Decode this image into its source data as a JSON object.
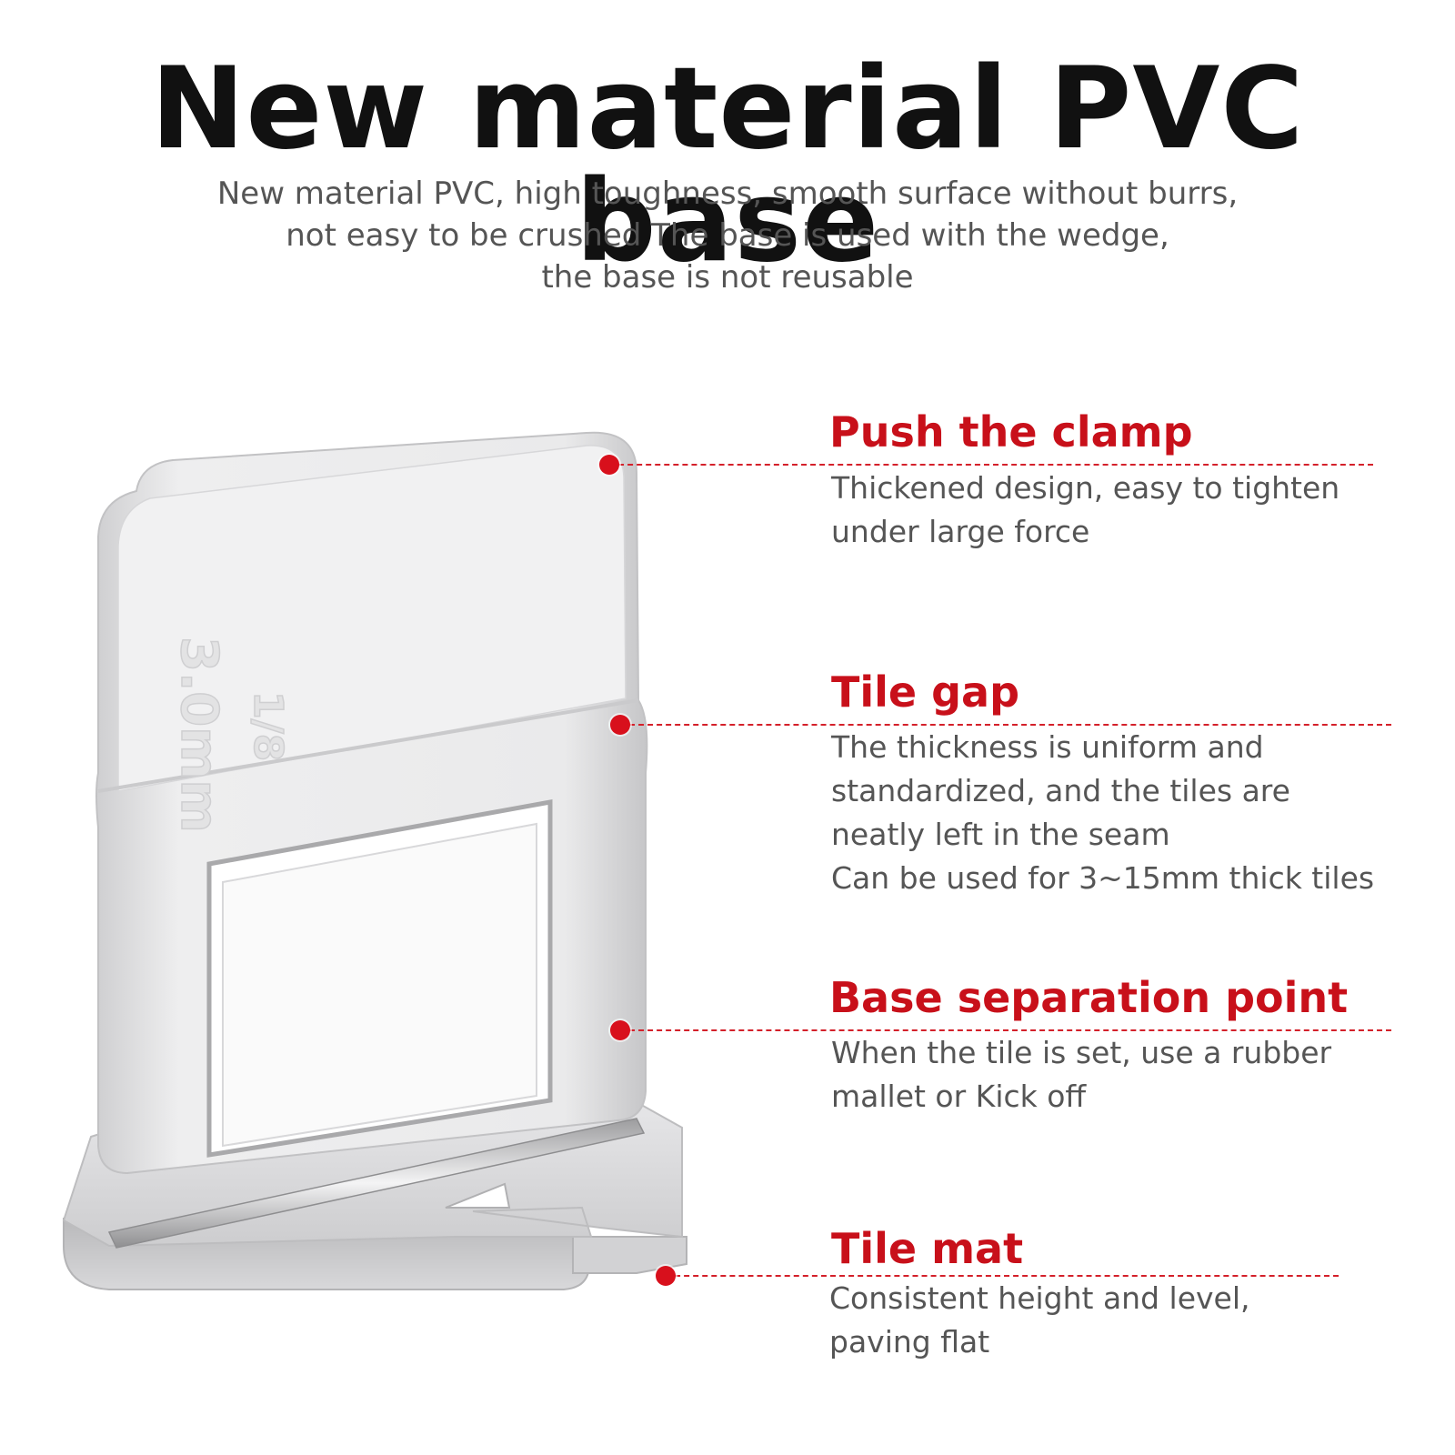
{
  "header": {
    "title": "New material PVC base",
    "subtitle_lines": [
      "New material PVC, high toughness, smooth surface without burrs,",
      "not easy to be crushed The base is used with the wedge,",
      "the base is not reusable"
    ]
  },
  "product": {
    "imprint_size": "3.0mm",
    "imprint_fraction": "1/8"
  },
  "callouts": [
    {
      "title": "Push the clamp",
      "lines": [
        "Thickened design, easy to tighten",
        "under large force"
      ]
    },
    {
      "title": "Tile gap",
      "lines": [
        "The thickness is uniform and",
        "standardized, and the tiles are",
        "neatly left in the seam",
        "Can be used for 3~15mm thick tiles"
      ]
    },
    {
      "title": "Base separation point",
      "lines": [
        "When the tile is set, use a rubber",
        "mallet or Kick off"
      ]
    },
    {
      "title": "Tile mat",
      "lines": [
        "Consistent height and level,",
        "paving flat"
      ]
    }
  ],
  "colors": {
    "accent": "#c8101a",
    "dot": "#d8101c",
    "title": "#111111",
    "body_text": "#555555"
  }
}
